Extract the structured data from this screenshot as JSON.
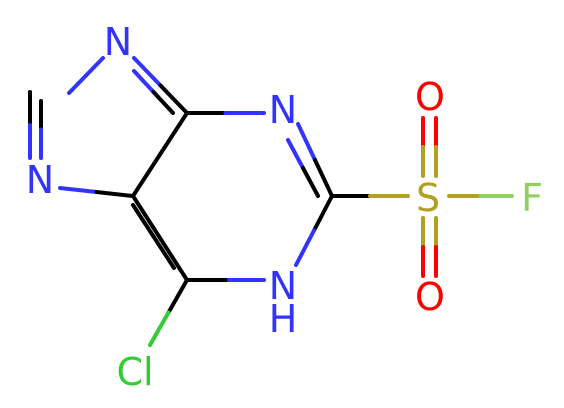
{
  "colors": {
    "carbon_bond": "#000000",
    "N": "#3333ff",
    "O": "#ff0000",
    "S": "#b2a020",
    "F": "#90d060",
    "Cl": "#33cc33",
    "background": "#ffffff"
  },
  "atoms": {
    "n_top": "N",
    "n_left": "N",
    "n_right": "N",
    "nh_n": "N",
    "nh_h": "H",
    "sulfur": "S",
    "o_top": "O",
    "o_bottom": "O",
    "fluorine": "F",
    "chlorine": "Cl"
  }
}
